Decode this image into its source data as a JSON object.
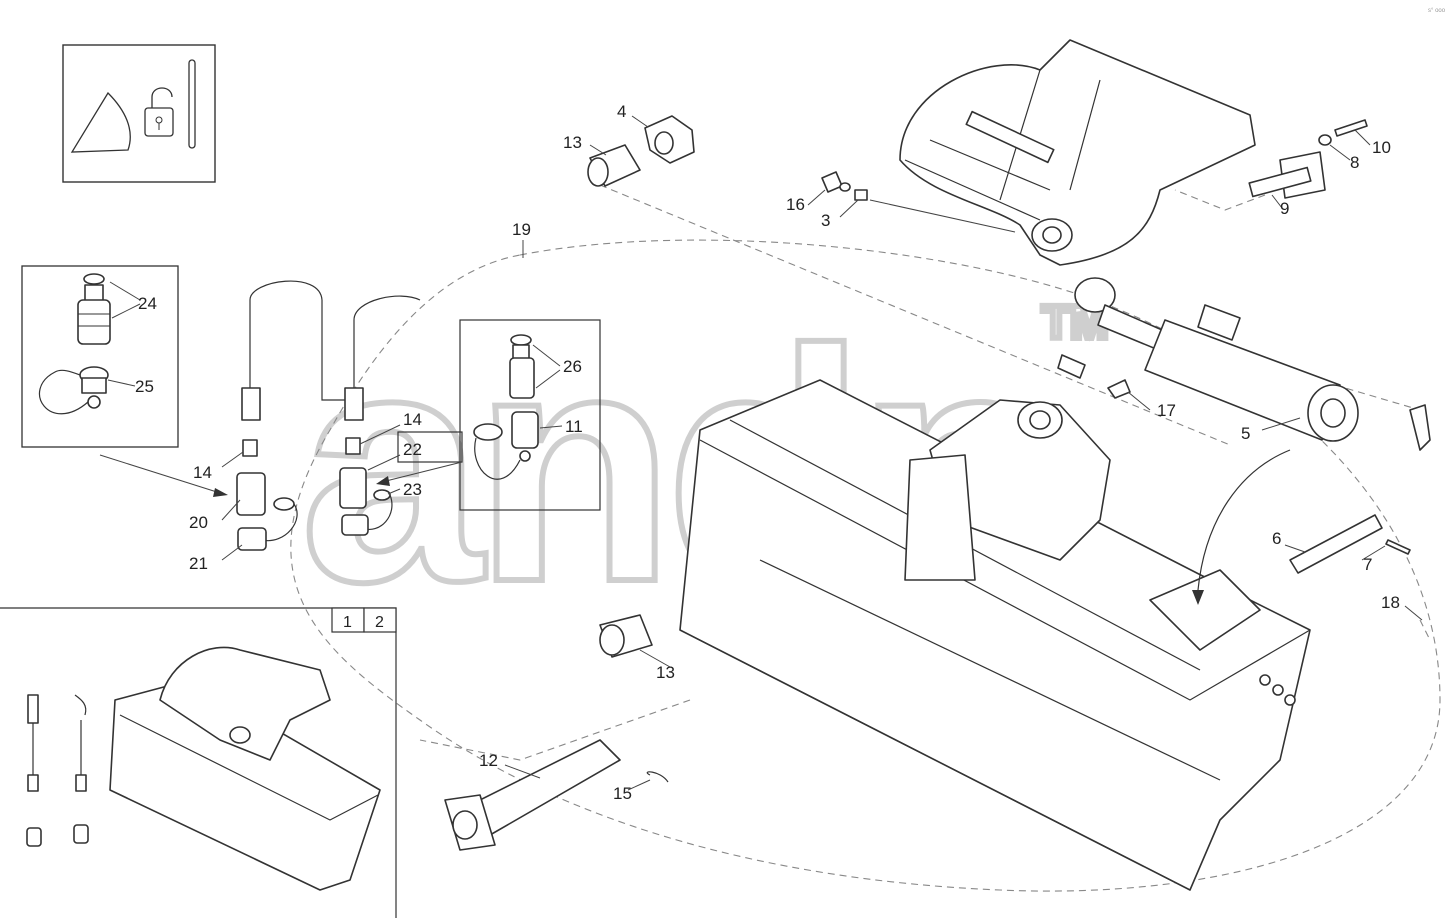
{
  "watermark": {
    "text": "andp",
    "trademark": "TM"
  },
  "corner_code": "s° ooo",
  "inset": {
    "tabs": [
      "1",
      "2"
    ]
  },
  "callouts": [
    "3",
    "4",
    "5",
    "6",
    "7",
    "8",
    "9",
    "10",
    "11",
    "12",
    "13",
    "13",
    "14",
    "14",
    "15",
    "16",
    "17",
    "18",
    "19",
    "20",
    "21",
    "22",
    "23",
    "24",
    "25",
    "26"
  ]
}
